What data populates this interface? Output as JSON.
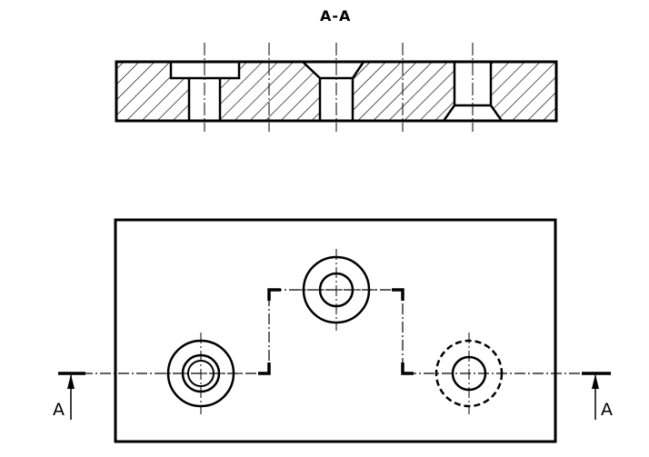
{
  "section_view": {
    "title": "A-A"
  },
  "cutting_plane": {
    "left_label": "A",
    "right_label": "A"
  }
}
